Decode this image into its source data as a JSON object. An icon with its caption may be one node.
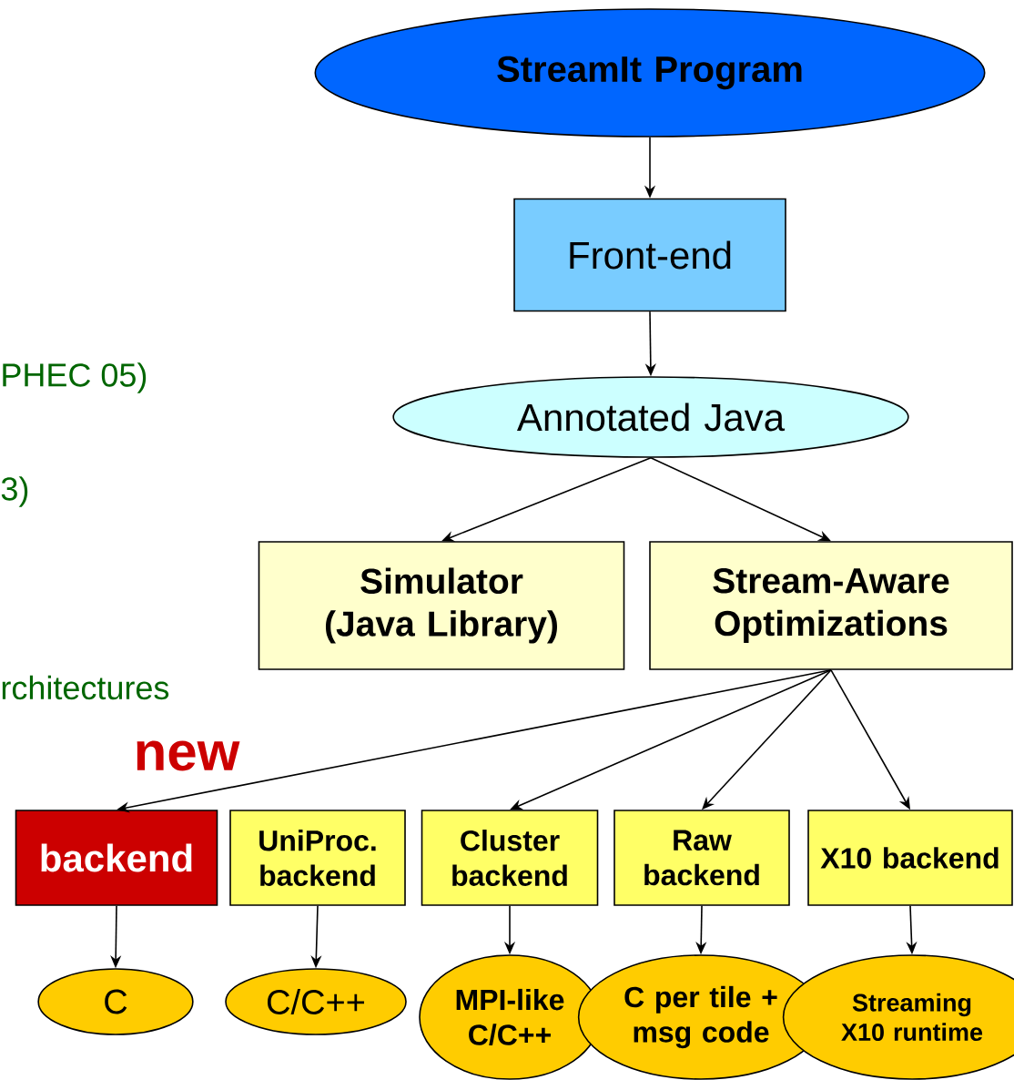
{
  "diagram": {
    "nodes": [
      {
        "text": [
          "StreamIt Program"
        ]
      },
      {
        "text": [
          "Front-end"
        ]
      },
      {
        "text": [
          "Annotated Java"
        ]
      },
      {
        "text": [
          "Simulator (Java Library)"
        ]
      },
      {
        "text": [
          "Stream-Aware Optimizations"
        ]
      },
      {
        "text": [
          "backend"
        ]
      },
      {
        "text": [
          "UniProc. backend"
        ]
      },
      {
        "text": [
          "Cluster backend"
        ]
      },
      {
        "text": [
          "Raw backend"
        ]
      },
      {
        "text": [
          "X10 backend"
        ]
      },
      {
        "text": [
          "C"
        ]
      },
      {
        "text": [
          "C/C++"
        ]
      },
      {
        "text": [
          "MPI-like C/C++"
        ]
      },
      {
        "text": [
          "C per tile + msg code"
        ]
      },
      {
        "text": [
          "Streaming X10 runtime"
        ]
      }
    ],
    "edges": [
      {
        "from": 0,
        "to": 1,
        "arrow": "to"
      },
      {
        "from": 1,
        "to": 2,
        "arrow": "to"
      },
      {
        "from": 2,
        "to": 3,
        "arrow": "to"
      },
      {
        "from": 2,
        "to": 4,
        "arrow": "to"
      },
      {
        "from": 4,
        "to": 5,
        "arrow": "to"
      },
      {
        "from": 4,
        "to": 7,
        "arrow": "to"
      },
      {
        "from": 4,
        "to": 8,
        "arrow": "to"
      },
      {
        "from": 4,
        "to": 9,
        "arrow": "to"
      },
      {
        "from": 5,
        "to": 10,
        "arrow": "to"
      },
      {
        "from": 6,
        "to": 11,
        "arrow": "to"
      },
      {
        "from": 7,
        "to": 12,
        "arrow": "to"
      },
      {
        "from": 8,
        "to": 13,
        "arrow": "to"
      },
      {
        "from": 9,
        "to": 14,
        "arrow": "to"
      }
    ],
    "labels": [
      "PHEC 05)",
      "3)",
      "rchitectures",
      "new"
    ]
  }
}
